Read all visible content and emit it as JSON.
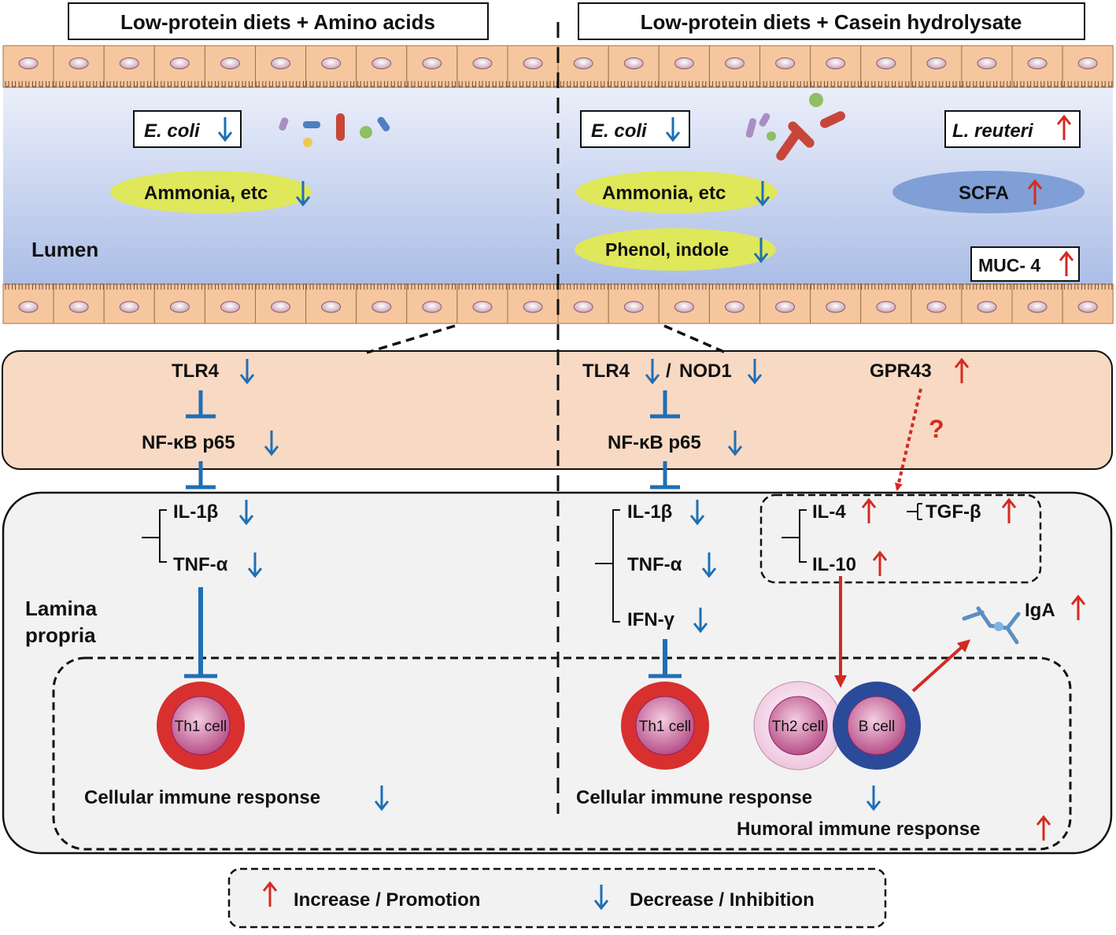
{
  "headers": {
    "left": "Low-protein diets + Amino acids",
    "right": "Low-protein diets + Casein hydrolysate"
  },
  "lumen": {
    "label": "Lumen",
    "left_bacteria": "E. coli",
    "right_bacteria_1": "E. coli",
    "right_bacteria_2": "L. reuteri",
    "left_metabolite": "Ammonia, etc",
    "right_metabolite_1": "Ammonia, etc",
    "right_metabolite_2": "Phenol, indole",
    "scfa": "SCFA",
    "muc4": "MUC- 4"
  },
  "epithelium": {
    "left_receptor": "TLR4",
    "left_nfkb": "NF-κB p65",
    "right_receptor_1": "TLR4",
    "right_separator": "/",
    "right_receptor_2": "NOD1",
    "right_nfkb": "NF-κB p65",
    "gpr43": "GPR43",
    "question": "?"
  },
  "lamina": {
    "label_line1": "Lamina",
    "label_line2": "propria",
    "left_cytokines": [
      "IL-1β",
      "TNF-α"
    ],
    "right_cytokines": [
      "IL-1β",
      "TNF-α",
      "IFN-γ"
    ],
    "anti_cytokines": [
      "IL-4",
      "IL-10",
      "TGF-β"
    ],
    "iga": "IgA",
    "left_cell": "Th1 cell",
    "right_th1": "Th1 cell",
    "th2": "Th2 cell",
    "bcell": "B cell",
    "left_response": "Cellular immune response",
    "right_response": "Cellular immune response",
    "humoral": "Humoral immune response"
  },
  "legend": {
    "increase": "Increase / Promotion",
    "decrease": "Decrease / Inhibition"
  },
  "colors": {
    "increase_arrow": "#d42a23",
    "decrease_arrow": "#1f6fb4",
    "lumen_top": "#eef1fb",
    "lumen_bottom": "#a9bce6",
    "enterocyte": "#f6c79e",
    "epithelium_band": "#f8d9c4",
    "lamina_bg": "#f2f2f2",
    "metabolite_ellipse": "#dfe75a",
    "scfa_ellipse": "#7f9fd6",
    "th1_ring": "#d8302e",
    "bcell_ring": "#2c4a9a",
    "th2_ring": "#f2d2e6"
  }
}
